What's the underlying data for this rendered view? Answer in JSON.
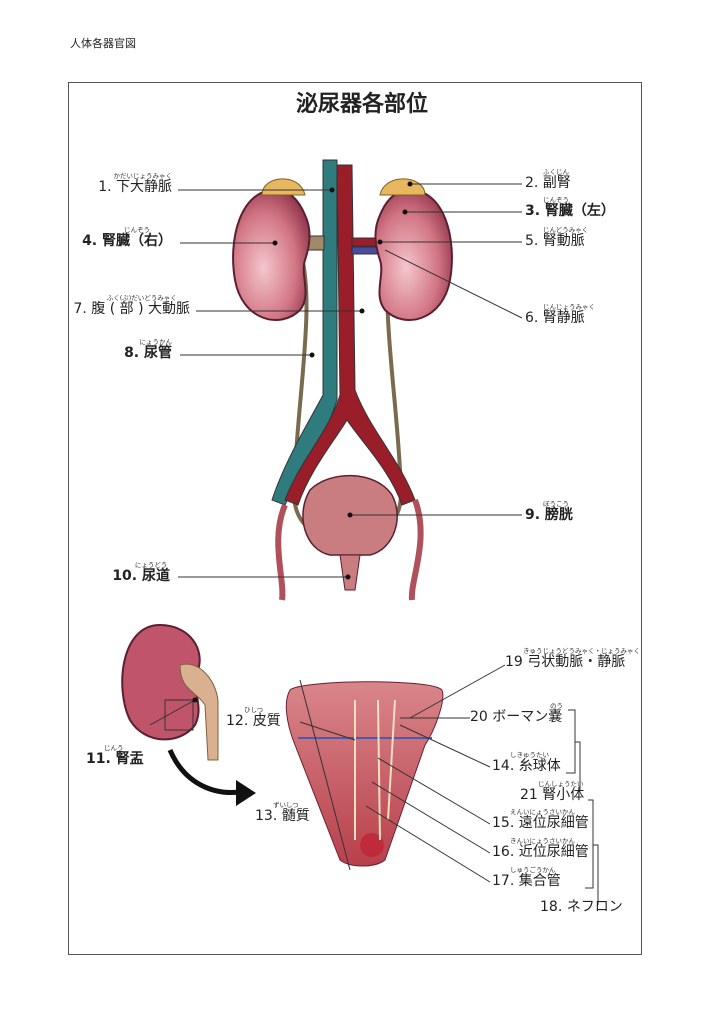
{
  "header": "人体各器官図",
  "title": "泌尿器各部位",
  "labels": {
    "l1": {
      "text": "1. 下大静脈",
      "ruby": "かだいじょうみゃく"
    },
    "l2": {
      "text": "2. 副腎",
      "ruby": "ふくじん"
    },
    "l3": {
      "text": "3. 腎臓（左）",
      "ruby": "じんぞう"
    },
    "l4": {
      "text": "4. 腎臓（右）",
      "ruby": "じんぞう"
    },
    "l5": {
      "text": "5. 腎動脈",
      "ruby": "じんどうみゃく"
    },
    "l6": {
      "text": "6. 腎静脈",
      "ruby": "じんじょうみゃく"
    },
    "l7": {
      "text": "7. 腹 ( 部 ) 大動脈",
      "ruby": "ふく(ぶ)だいどうみゃく"
    },
    "l8": {
      "text": "8. 尿管",
      "ruby": "にょうかん"
    },
    "l9": {
      "text": "9. 膀胱",
      "ruby": "ぼうこう"
    },
    "l10": {
      "text": "10. 尿道",
      "ruby": "にょうどう"
    },
    "l11": {
      "text": "11. 腎盂",
      "ruby": "じんう"
    },
    "l12": {
      "text": "12. 皮質",
      "ruby": "ひしつ"
    },
    "l13": {
      "text": "13. 髄質",
      "ruby": "ずいしつ"
    },
    "l14": {
      "text": "14. 糸球体",
      "ruby": "しきゅうたい"
    },
    "l15": {
      "text": "15. 遠位尿細管",
      "ruby": "えんいにょうさいかん"
    },
    "l16": {
      "text": "16. 近位尿細管",
      "ruby": "きんいにょうさいかん"
    },
    "l17": {
      "text": "17. 集合管",
      "ruby": "しゅうごうかん"
    },
    "l18": {
      "text": "18. ネフロン",
      "ruby": ""
    },
    "l19": {
      "text": "19 弓状動脈・静脈",
      "ruby": "きゅうじょうどうみゃく・じょうみゃく"
    },
    "l20": {
      "text": "20 ボーマン嚢",
      "ruby": "のう"
    },
    "l21": {
      "text": "21 腎小体",
      "ruby": "じんしょうたい"
    }
  },
  "colors": {
    "kidney": "#c0546a",
    "vein": "#2f7c7e",
    "artery": "#9a1e2a",
    "adrenal": "#e8b860",
    "ureter": "#a08a6a"
  }
}
